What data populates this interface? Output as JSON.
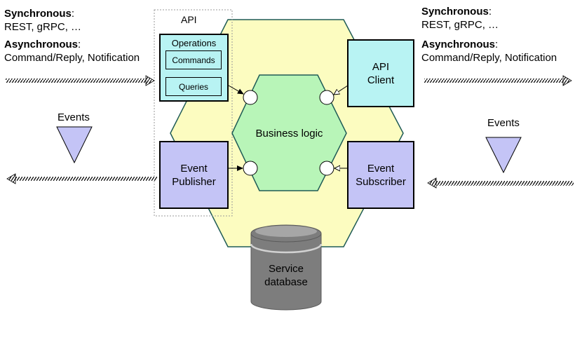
{
  "left_protocols": {
    "sync_label": "Synchronous",
    "sync_colon": ":",
    "sync_examples": "REST, gRPC, …",
    "async_label": "Asynchronous",
    "async_colon": ":",
    "async_examples": "Command/Reply, Notification"
  },
  "right_protocols": {
    "sync_label": "Synchronous",
    "sync_colon": ":",
    "sync_examples": "REST, gRPC, …",
    "async_label": "Asynchronous",
    "async_colon": ":",
    "async_examples": "Command/Reply, Notification"
  },
  "api_group": {
    "title": "API",
    "operations": {
      "title": "Operations",
      "commands": "Commands",
      "queries": "Queries"
    }
  },
  "event_publisher": {
    "line1": "Event",
    "line2": "Publisher"
  },
  "api_client": {
    "line1": "API",
    "line2": "Client"
  },
  "event_subscriber": {
    "line1": "Event",
    "line2": "Subscriber"
  },
  "business_logic": {
    "label": "Business logic"
  },
  "service_database": {
    "line1": "Service",
    "line2": "database"
  },
  "left_events": {
    "label": "Events"
  },
  "right_events": {
    "label": "Events"
  },
  "colors": {
    "outer_hexagon_fill": "#fcfcc0",
    "inner_hexagon_fill": "#b8f5b8",
    "hexagon_stroke": "#1f5b56",
    "api_fill": "#b8f3f3",
    "event_box_fill": "#c4c4f6",
    "event_triangle_fill": "#c4c4f6",
    "database_fill": "#7d7d7d",
    "database_top": "#a6a6a6"
  }
}
